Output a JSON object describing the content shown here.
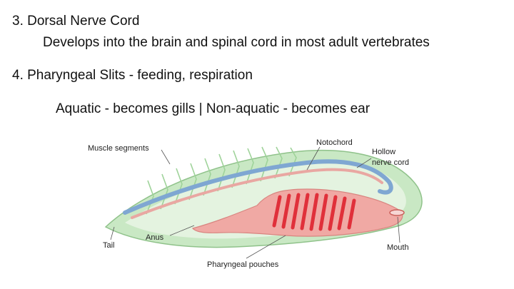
{
  "slide": {
    "point3": {
      "heading": "3. Dorsal Nerve Cord",
      "detail": "Develops into the brain and spinal cord in most adult vertebrates"
    },
    "point4": {
      "heading": "4. Pharyngeal Slits - feeding, respiration",
      "detail": "Aquatic - becomes gills | Non-aquatic - becomes ear"
    }
  },
  "diagram": {
    "labels": {
      "muscle_segments": "Muscle segments",
      "notochord": "Notochord",
      "hollow_line1": "Hollow",
      "hollow_line2": "nerve cord",
      "tail": "Tail",
      "anus": "Anus",
      "mouth": "Mouth",
      "pharyngeal_pouches": "Pharyngeal pouches"
    },
    "colors": {
      "body": "#c9e8c4",
      "nerve_cord": "#7fa7d2",
      "gut": "#f0a9a4",
      "slits": "#e0303a"
    }
  }
}
